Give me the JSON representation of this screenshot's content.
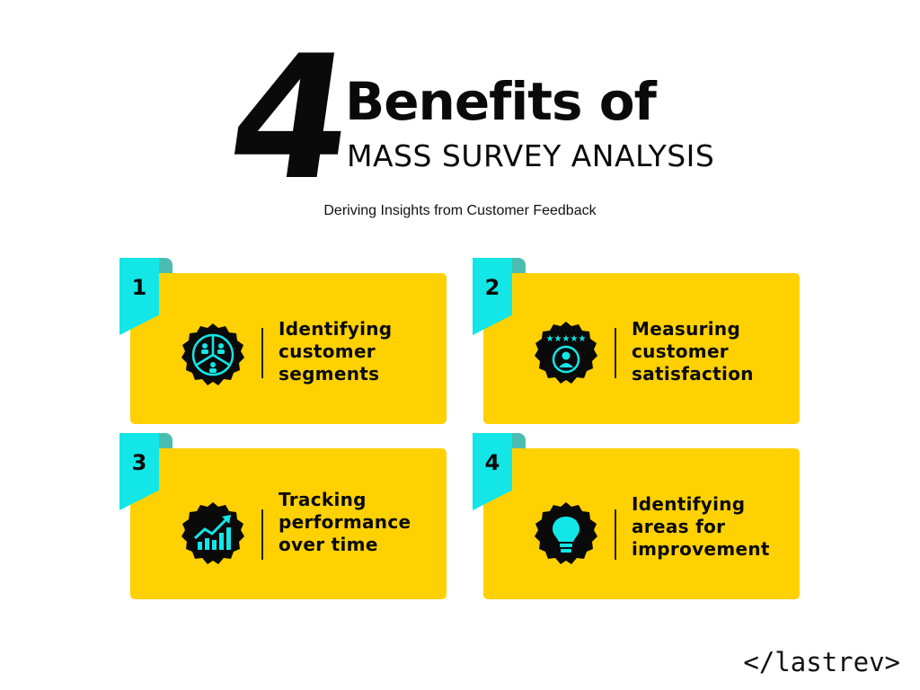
{
  "header": {
    "number": "4",
    "title": "Benefits of",
    "title_sub": "MASS SURVEY ANALYSIS",
    "subtitle": "Deriving Insights from Customer Feedback"
  },
  "cards": [
    {
      "number": "1",
      "lines": [
        "Identifying",
        "customer",
        "segments"
      ],
      "icon": "customer-segments-icon"
    },
    {
      "number": "2",
      "lines": [
        "Measuring",
        "customer",
        "satisfaction"
      ],
      "icon": "customer-rating-icon"
    },
    {
      "number": "3",
      "lines": [
        "Tracking",
        "performance",
        "over time"
      ],
      "icon": "growth-chart-icon"
    },
    {
      "number": "4",
      "lines": [
        "Identifying",
        "areas for",
        "improvement"
      ],
      "icon": "lightbulb-icon"
    }
  ],
  "brand": {
    "text": "</lastrev>"
  },
  "colors": {
    "card": "#ffd100",
    "tab": "#12e6e6",
    "tab_fold": "#4bbdb0",
    "icon_fg": "#12e6e6",
    "icon_bg": "#0a0a0a"
  }
}
